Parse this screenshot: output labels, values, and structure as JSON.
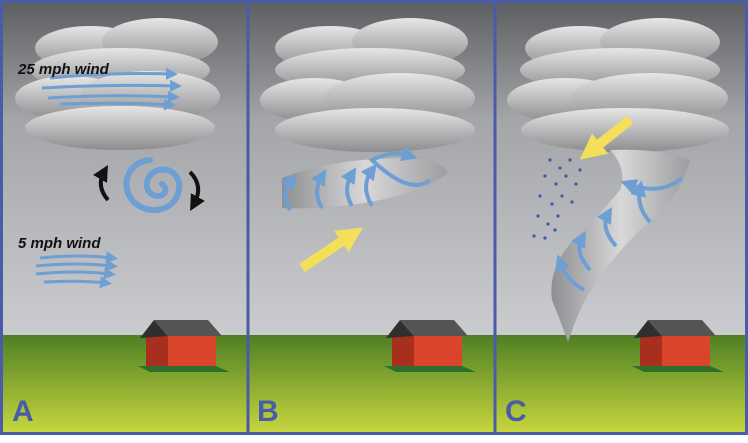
{
  "figure": {
    "panels": [
      {
        "label": "A",
        "annotations": {
          "upper_wind": "25 mph wind",
          "lower_wind": "5 mph wind"
        }
      },
      {
        "label": "B"
      },
      {
        "label": "C"
      }
    ]
  },
  "colors": {
    "frame": "#4a5ca8",
    "sky_top": "#5e5f62",
    "sky_bottom": "#c9cacc",
    "ground_top": "#4f7f24",
    "ground_bottom": "#c1d23c",
    "wind_arrow": "#6d9fd2",
    "rotation_arrow": "#111111",
    "updraft_arrow": "#f4df5a",
    "rain": "#3a59b0",
    "house_wall": "#d9442b",
    "house_roof": "#3c3c3c"
  },
  "icons": [
    "cloud",
    "wind-arrow",
    "rotation-arrow",
    "updraft-arrow",
    "funnel-cloud",
    "rain-drops",
    "house"
  ]
}
